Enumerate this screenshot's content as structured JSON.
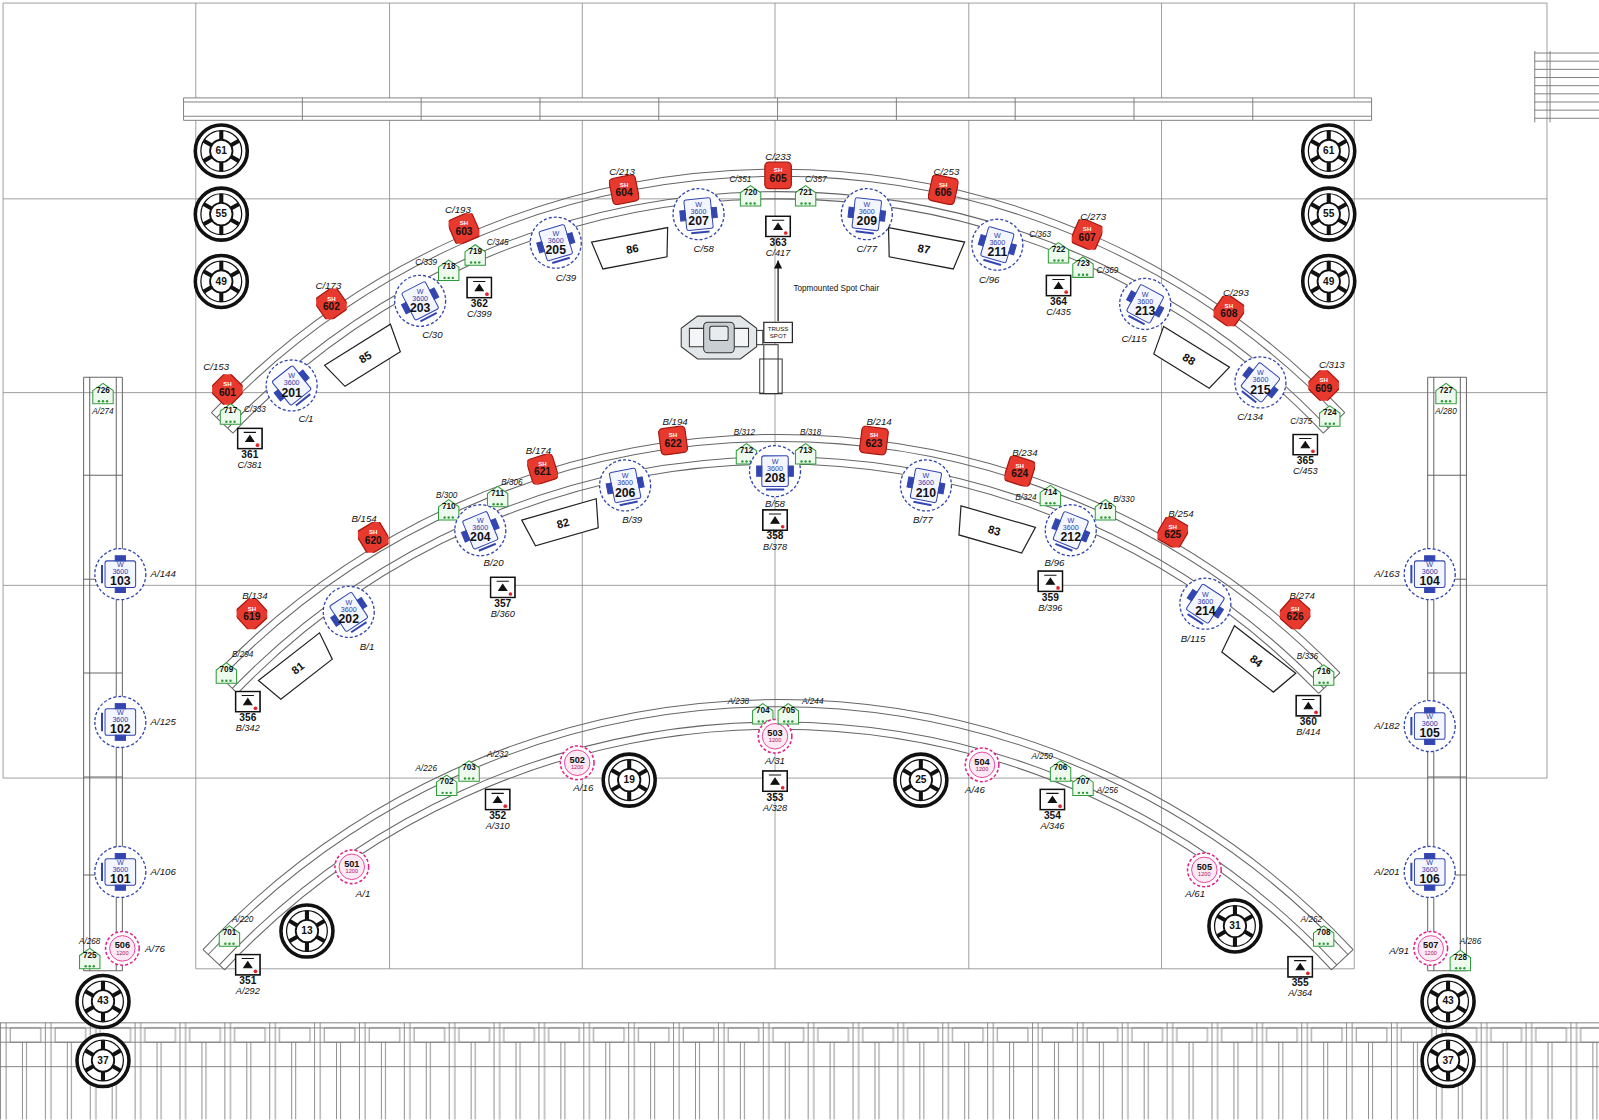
{
  "diagram": {
    "nodes": [
      {
        "text": [
          "61"
        ]
      },
      {
        "text": [
          "55"
        ]
      },
      {
        "text": [
          "49"
        ]
      },
      {
        "text": [
          "61"
        ]
      },
      {
        "text": [
          "55"
        ]
      },
      {
        "text": [
          "49"
        ]
      },
      {
        "text": [
          "601",
          "SH",
          "C/153"
        ]
      },
      {
        "text": [
          "717",
          "C/333"
        ]
      },
      {
        "text": [
          "361",
          "C/381"
        ]
      },
      {
        "text": [
          "201",
          "W 3600",
          "C/1"
        ]
      },
      {
        "text": [
          "602",
          "SH",
          "C/173"
        ]
      },
      {
        "text": [
          "203",
          "W 3600",
          "C/30"
        ]
      },
      {
        "text": [
          "85"
        ]
      },
      {
        "text": [
          "603",
          "SH",
          "C/193"
        ]
      },
      {
        "text": [
          "718",
          "C/339"
        ]
      },
      {
        "text": [
          "719",
          "C/345"
        ]
      },
      {
        "text": [
          "362",
          "C/399"
        ]
      },
      {
        "text": [
          "205",
          "W 3600",
          "C/39"
        ]
      },
      {
        "text": [
          "86"
        ]
      },
      {
        "text": [
          "604",
          "SH",
          "C/213"
        ]
      },
      {
        "text": [
          "207",
          "W 3600",
          "C/58"
        ]
      },
      {
        "text": [
          "720",
          "C/351"
        ]
      },
      {
        "text": [
          "605",
          "SH",
          "C/233"
        ]
      },
      {
        "text": [
          "721",
          "C/357"
        ]
      },
      {
        "text": [
          "363",
          "C/417"
        ]
      },
      {
        "text": [
          "TRUSS SPOT"
        ]
      },
      {
        "text": [
          "209",
          "W 3600",
          "C/77"
        ]
      },
      {
        "text": [
          "87"
        ]
      },
      {
        "text": [
          "606",
          "SH",
          "C/253"
        ]
      },
      {
        "text": [
          "211",
          "W 3600",
          "C/96"
        ]
      },
      {
        "text": [
          "722",
          "C/363"
        ]
      },
      {
        "text": [
          "607",
          "SH",
          "C/273"
        ]
      },
      {
        "text": [
          "723",
          "C/369"
        ]
      },
      {
        "text": [
          "364",
          "C/435"
        ]
      },
      {
        "text": [
          "213",
          "W 3600",
          "C/115"
        ]
      },
      {
        "text": [
          "88"
        ]
      },
      {
        "text": [
          "608",
          "SH",
          "C/293"
        ]
      },
      {
        "text": [
          "215",
          "W 3600",
          "C/134"
        ]
      },
      {
        "text": [
          "609",
          "SH",
          "C/313"
        ]
      },
      {
        "text": [
          "724",
          "C/375"
        ]
      },
      {
        "text": [
          "365",
          "C/453"
        ]
      },
      {
        "text": [
          "709",
          "B/294"
        ]
      },
      {
        "text": [
          "619",
          "SH",
          "B/134"
        ]
      },
      {
        "text": [
          "356",
          "B/342"
        ]
      },
      {
        "text": [
          "81"
        ]
      },
      {
        "text": [
          "202",
          "W 3600",
          "B/1"
        ]
      },
      {
        "text": [
          "620",
          "SH",
          "B/154"
        ]
      },
      {
        "text": [
          "710",
          "B/300"
        ]
      },
      {
        "text": [
          "711",
          "B/306"
        ]
      },
      {
        "text": [
          "204",
          "W 3600",
          "B/20"
        ]
      },
      {
        "text": [
          "357",
          "B/360"
        ]
      },
      {
        "text": [
          "621",
          "SH",
          "B/174"
        ]
      },
      {
        "text": [
          "82"
        ]
      },
      {
        "text": [
          "206",
          "W 3600",
          "B/39"
        ]
      },
      {
        "text": [
          "622",
          "SH",
          "B/194"
        ]
      },
      {
        "text": [
          "712",
          "B/312"
        ]
      },
      {
        "text": [
          "208",
          "W 3600",
          "B/58"
        ]
      },
      {
        "text": [
          "358",
          "B/378"
        ]
      },
      {
        "text": [
          "713",
          "B/318"
        ]
      },
      {
        "text": [
          "623",
          "SH",
          "B/214"
        ]
      },
      {
        "text": [
          "210",
          "W 3600",
          "B/77"
        ]
      },
      {
        "text": [
          "83"
        ]
      },
      {
        "text": [
          "624",
          "SH",
          "B/234"
        ]
      },
      {
        "text": [
          "714",
          "B/324"
        ]
      },
      {
        "text": [
          "715",
          "B/330"
        ]
      },
      {
        "text": [
          "212",
          "W 3600",
          "B/96"
        ]
      },
      {
        "text": [
          "359",
          "B/396"
        ]
      },
      {
        "text": [
          "625",
          "SH",
          "B/254"
        ]
      },
      {
        "text": [
          "214",
          "W 3600",
          "B/115"
        ]
      },
      {
        "text": [
          "84"
        ]
      },
      {
        "text": [
          "626",
          "SH",
          "B/274"
        ]
      },
      {
        "text": [
          "716",
          "B/336"
        ]
      },
      {
        "text": [
          "360",
          "B/414"
        ]
      },
      {
        "text": [
          "701",
          "A/220"
        ]
      },
      {
        "text": [
          "13"
        ]
      },
      {
        "text": [
          "351",
          "A/292"
        ]
      },
      {
        "text": [
          "501",
          "1200",
          "A/1"
        ]
      },
      {
        "text": [
          "702",
          "A/226"
        ]
      },
      {
        "text": [
          "703",
          "A/232"
        ]
      },
      {
        "text": [
          "352",
          "A/310"
        ]
      },
      {
        "text": [
          "502",
          "1200",
          "A/16"
        ]
      },
      {
        "text": [
          "19"
        ]
      },
      {
        "text": [
          "704",
          "A/238"
        ]
      },
      {
        "text": [
          "503",
          "1200",
          "A/31"
        ]
      },
      {
        "text": [
          "705",
          "A/244"
        ]
      },
      {
        "text": [
          "353",
          "A/328"
        ]
      },
      {
        "text": [
          "25"
        ]
      },
      {
        "text": [
          "504",
          "1200",
          "A/46"
        ]
      },
      {
        "text": [
          "706",
          "A/250"
        ]
      },
      {
        "text": [
          "707",
          "A/256"
        ]
      },
      {
        "text": [
          "354",
          "A/346"
        ]
      },
      {
        "text": [
          "505",
          "1200",
          "A/61"
        ]
      },
      {
        "text": [
          "31"
        ]
      },
      {
        "text": [
          "708",
          "A/262"
        ]
      },
      {
        "text": [
          "355",
          "A/364"
        ]
      },
      {
        "text": [
          "726",
          "A/274"
        ]
      },
      {
        "text": [
          "103",
          "W 3600",
          "A/144"
        ]
      },
      {
        "text": [
          "102",
          "W 3600",
          "A/125"
        ]
      },
      {
        "text": [
          "101",
          "W 3600",
          "A/106"
        ]
      },
      {
        "text": [
          "725",
          "A/268"
        ]
      },
      {
        "text": [
          "506",
          "1200",
          "A/76"
        ]
      },
      {
        "text": [
          "43"
        ]
      },
      {
        "text": [
          "37"
        ]
      },
      {
        "text": [
          "727",
          "A/280"
        ]
      },
      {
        "text": [
          "104",
          "W 3600",
          "A/163"
        ]
      },
      {
        "text": [
          "105",
          "W 3600",
          "A/182"
        ]
      },
      {
        "text": [
          "106",
          "W 3600",
          "A/201"
        ]
      },
      {
        "text": [
          "507",
          "1200",
          "A/91"
        ]
      },
      {
        "text": [
          "728",
          "A/286"
        ]
      },
      {
        "text": [
          "43"
        ]
      },
      {
        "text": [
          "37"
        ]
      }
    ],
    "edges": [
      {
        "from": 25,
        "to": 24,
        "arrow": "to"
      }
    ],
    "labels": [
      "Topmounted Spot Chair"
    ]
  }
}
